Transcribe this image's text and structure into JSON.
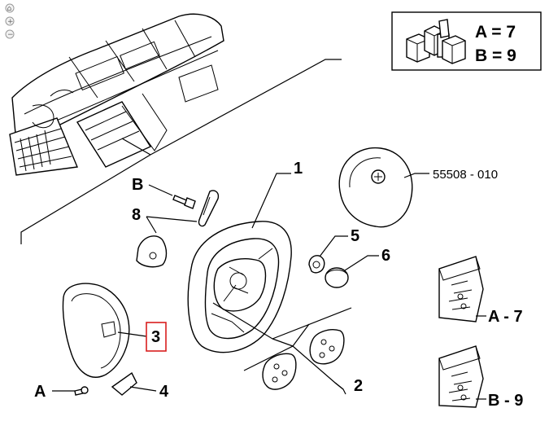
{
  "toolbar": {
    "zoom_fit_glyph": "⌂",
    "zoom_in_glyph": "+",
    "zoom_out_glyph": "−"
  },
  "legend": {
    "line_a": "A = 7",
    "line_b": "B = 9"
  },
  "labels": {
    "p1": "1",
    "p2": "2",
    "p3": "3",
    "p4": "4",
    "p5": "5",
    "p6": "6",
    "p8": "8",
    "bolt_a": "A",
    "bolt_b": "B",
    "airbag_code": "55508 - 010",
    "kit_a": "A - 7",
    "kit_b": "B - 9"
  },
  "colors": {
    "highlight": "#d81e1e",
    "line": "#000000"
  }
}
